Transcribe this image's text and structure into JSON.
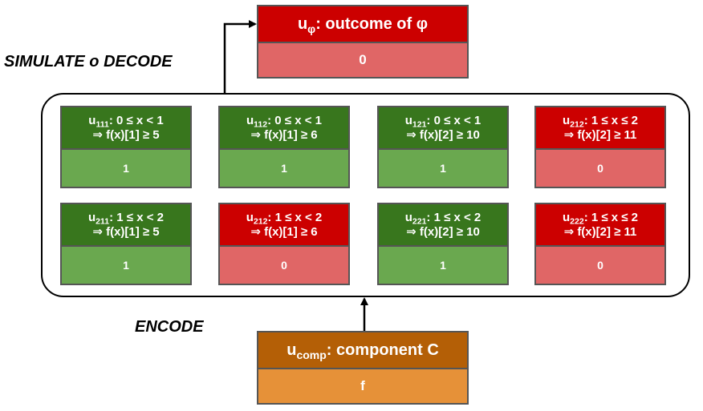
{
  "labels": {
    "simulate": "SIMULATE o DECODE",
    "encode": "ENCODE"
  },
  "outcome": {
    "var": "u",
    "sub": "φ",
    "desc": ": outcome of φ",
    "value": "0",
    "color": "red"
  },
  "component": {
    "var": "u",
    "sub": "comp",
    "desc": ": component C",
    "value": "f",
    "color": "orange"
  },
  "cells": [
    {
      "var": "u",
      "sub": "111",
      "cond": ": 0 ≤ x < 1",
      "impl": "⇒ f(x)[1] ≥ 5",
      "value": "1",
      "color": "green"
    },
    {
      "var": "u",
      "sub": "112",
      "cond": ": 0 ≤ x < 1",
      "impl": "⇒ f(x)[1] ≥ 6",
      "value": "1",
      "color": "green"
    },
    {
      "var": "u",
      "sub": "121",
      "cond": ": 0 ≤ x < 1",
      "impl": "⇒ f(x)[2] ≥ 10",
      "value": "1",
      "color": "green"
    },
    {
      "var": "u",
      "sub": "212",
      "cond": ": 1 ≤ x ≤ 2",
      "impl": "⇒ f(x)[2] ≥ 11",
      "value": "0",
      "color": "red"
    },
    {
      "var": "u",
      "sub": "211",
      "cond": ": 1 ≤ x < 2",
      "impl": "⇒ f(x)[1] ≥ 5",
      "value": "1",
      "color": "green"
    },
    {
      "var": "u",
      "sub": "212",
      "cond": ": 1 ≤ x < 2",
      "impl": "⇒ f(x)[1] ≥ 6",
      "value": "0",
      "color": "red"
    },
    {
      "var": "u",
      "sub": "221",
      "cond": ": 1 ≤ x < 2",
      "impl": "⇒ f(x)[2] ≥ 10",
      "value": "1",
      "color": "green"
    },
    {
      "var": "u",
      "sub": "222",
      "cond": ": 1 ≤ x ≤ 2",
      "impl": "⇒ f(x)[2] ≥ 11",
      "value": "0",
      "color": "red"
    }
  ]
}
